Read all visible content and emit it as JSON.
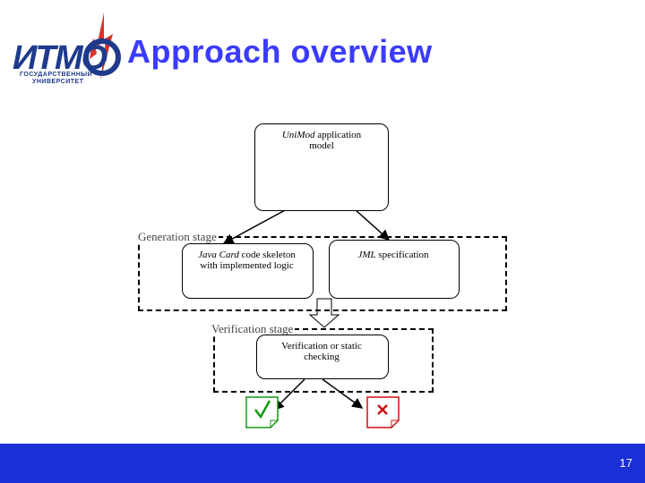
{
  "header": {
    "logo": {
      "main": "ИТМО",
      "sub_line1": "ГОСУДАРСТВЕННЫЙ",
      "sub_line2": "УНИВЕРСИТЕТ"
    },
    "title": "Approach overview"
  },
  "diagram": {
    "top_node": {
      "italic": "UniMod",
      "rest": " application",
      "line2": "model"
    },
    "generation_stage": {
      "label": "Generation stage",
      "left_node": {
        "italic": "Java Card",
        "rest": " code skeleton",
        "line2": "with implemented logic"
      },
      "right_node": {
        "italic": "JML",
        "rest": " specification"
      }
    },
    "verification_stage": {
      "label": "Verification stage",
      "node": {
        "line1": "Verification or static",
        "line2": "checking"
      }
    },
    "result_success_icon": "check-mark-icon",
    "result_failure_icon": "cross-icon",
    "colors": {
      "success": "#119911",
      "failure": "#cc1111",
      "footer": "#1a2fd6",
      "title": "#3b3bff"
    }
  },
  "footer": {
    "page_number": "17"
  }
}
